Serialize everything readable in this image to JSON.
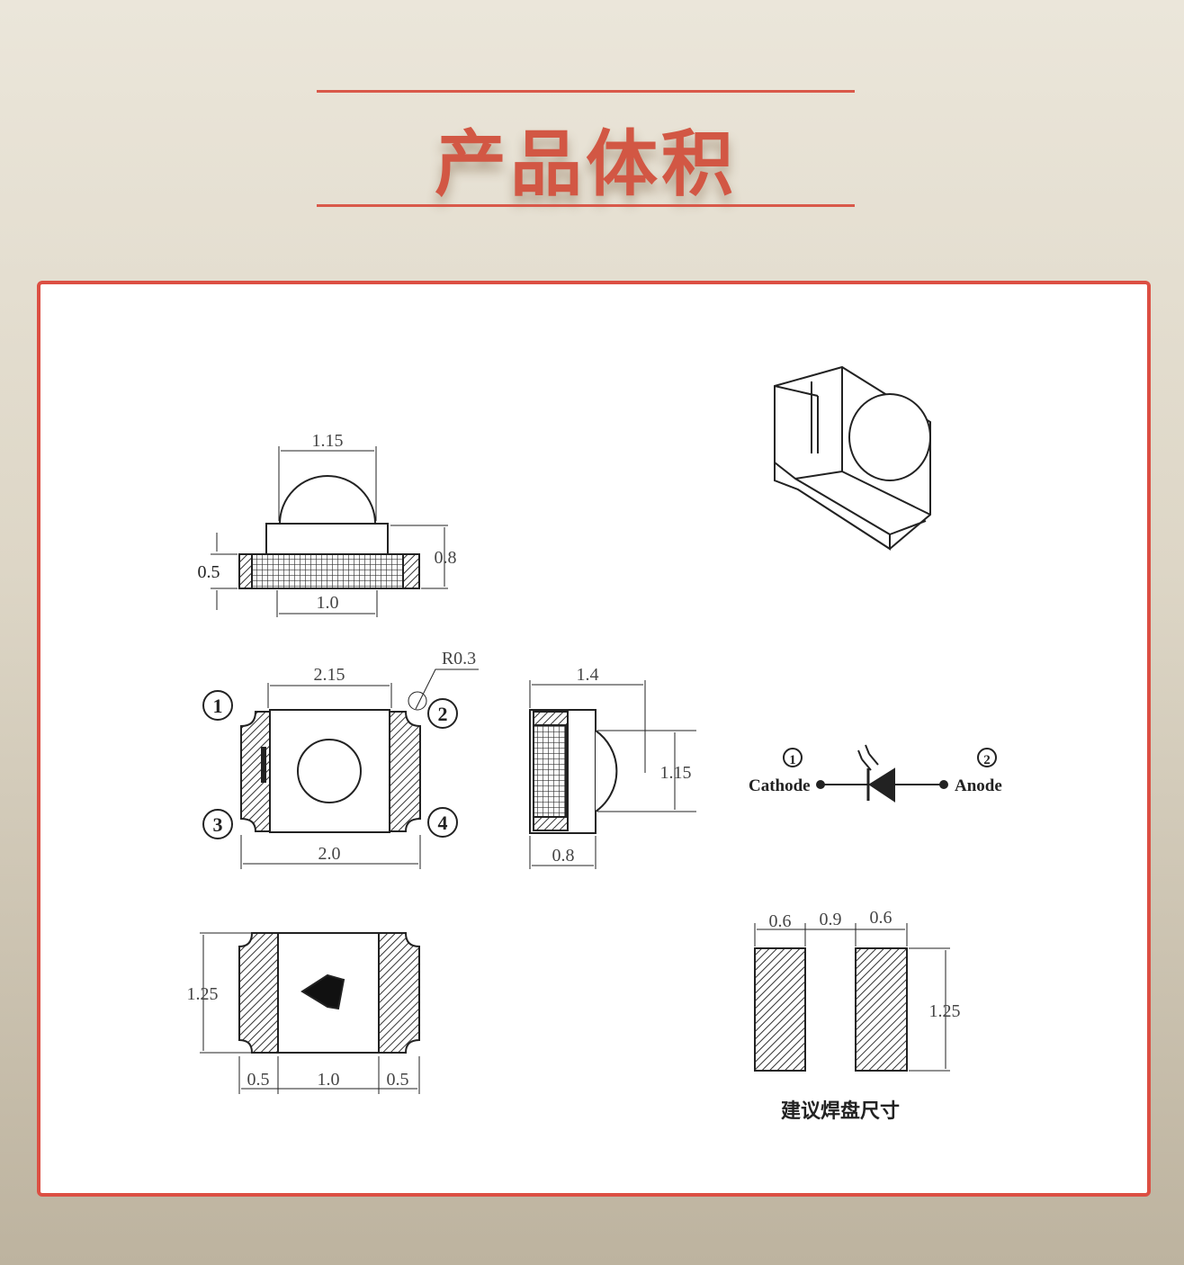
{
  "title": "产品体积",
  "dimensions": {
    "side_top_width": "1.15",
    "side_height": "0.8",
    "side_base_height": "0.5",
    "side_pad": "1.0",
    "front_top_width": "2.15",
    "front_radius": "R0.3",
    "front_bottom_width": "2.0",
    "profile_depth": "1.4",
    "profile_lens": "1.15",
    "profile_body": "0.8",
    "bottom_height": "1.25",
    "bottom_left": "0.5",
    "bottom_center": "1.0",
    "bottom_right": "0.5",
    "pad_w1": "0.6",
    "pad_gap": "0.9",
    "pad_w2": "0.6",
    "pad_h": "1.25"
  },
  "pins": [
    "1",
    "2",
    "3",
    "4"
  ],
  "schematic": {
    "pin1": "1",
    "pin2": "2",
    "cathode": "Cathode",
    "anode": "Anode"
  },
  "pad_caption": "建议焊盘尺寸",
  "colors": {
    "accent": "#dc4f43",
    "title": "#d25744",
    "ink": "#222222"
  }
}
